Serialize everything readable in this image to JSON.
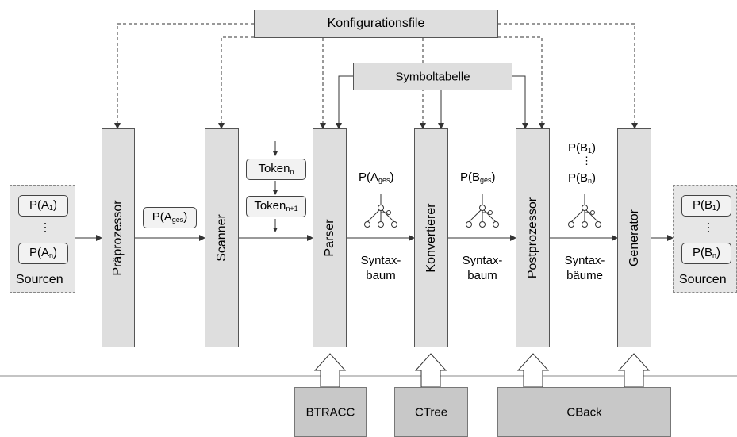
{
  "config_file": "Konfigurationsfile",
  "symbol_table": "Symboltabelle",
  "stages": {
    "preprocessor": "Präprozessor",
    "scanner": "Scanner",
    "parser": "Parser",
    "converter": "Konvertierer",
    "postprocessor": "Postprozessor",
    "generator": "Generator"
  },
  "sources_left": {
    "first": "P(A",
    "first_sub": "1",
    "last": "P(A",
    "last_sub": "n",
    "dots": "⋮",
    "label": "Sourcen",
    "close": ")"
  },
  "sources_right": {
    "first": "P(B",
    "first_sub": "1",
    "last": "P(B",
    "last_sub": "n",
    "dots": "⋮",
    "label": "Sourcen",
    "close": ")"
  },
  "pre_output": {
    "text": "P(A",
    "sub": "ges",
    "close": ")"
  },
  "tokens": {
    "first": "Token",
    "first_sub": "n",
    "second": "Token",
    "second_sub": "n+1"
  },
  "parser_output": {
    "text": "P(A",
    "sub": "ges",
    "close": ")",
    "label_1": "Syntax-",
    "label_2": "baum"
  },
  "converter_output": {
    "text": "P(B",
    "sub": "ges",
    "close": ")",
    "label_1": "Syntax-",
    "label_2": "baum"
  },
  "post_output": {
    "first": "P(B",
    "first_sub": "1",
    "last": "P(B",
    "last_sub": "n",
    "dots": "⋮",
    "close": ")",
    "label_1": "Syntax-",
    "label_2": "bäume"
  },
  "tools": {
    "btracc": "BTRACC",
    "ctree": "CTree",
    "cback": "CBack"
  }
}
